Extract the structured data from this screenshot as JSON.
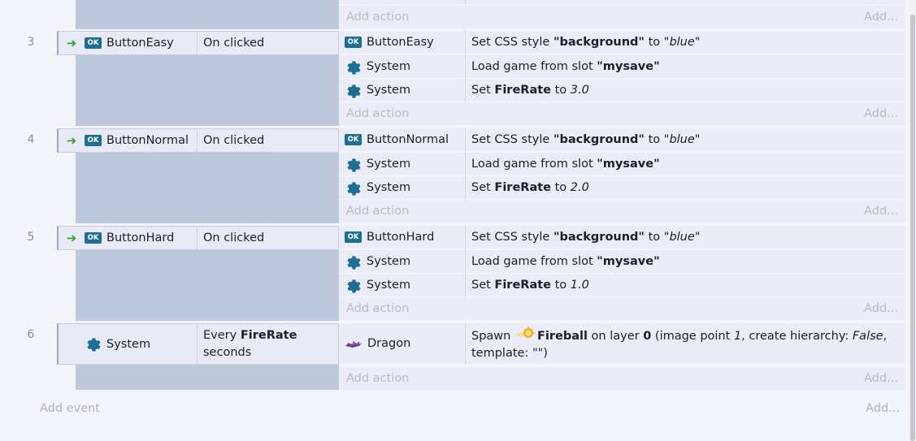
{
  "top_partial": {
    "add_action": "Add action",
    "add": "Add..."
  },
  "events": [
    {
      "number": "3",
      "condition": {
        "object": "ButtonEasy",
        "text": "On clicked"
      },
      "actions": [
        {
          "object": "ButtonEasy",
          "icon": "ok-icon",
          "parts": [
            "Set CSS style ",
            "\"background\"",
            " to \"",
            "blue",
            "\""
          ]
        },
        {
          "object": "System",
          "icon": "gear-icon",
          "parts": [
            "Load game from slot ",
            "\"mysave\""
          ]
        },
        {
          "object": "System",
          "icon": "gear-icon",
          "parts": [
            "Set ",
            "FireRate",
            " to ",
            "3.0"
          ]
        }
      ],
      "add_action": "Add action",
      "add": "Add..."
    },
    {
      "number": "4",
      "condition": {
        "object": "ButtonNormal",
        "text": "On clicked"
      },
      "actions": [
        {
          "object": "ButtonNormal",
          "icon": "ok-icon",
          "parts": [
            "Set CSS style ",
            "\"background\"",
            " to \"",
            "blue",
            "\""
          ]
        },
        {
          "object": "System",
          "icon": "gear-icon",
          "parts": [
            "Load game from slot ",
            "\"mysave\""
          ]
        },
        {
          "object": "System",
          "icon": "gear-icon",
          "parts": [
            "Set ",
            "FireRate",
            " to ",
            "2.0"
          ]
        }
      ],
      "add_action": "Add action",
      "add": "Add..."
    },
    {
      "number": "5",
      "condition": {
        "object": "ButtonHard",
        "text": "On clicked"
      },
      "actions": [
        {
          "object": "ButtonHard",
          "icon": "ok-icon",
          "parts": [
            "Set CSS style ",
            "\"background\"",
            " to \"",
            "blue",
            "\""
          ]
        },
        {
          "object": "System",
          "icon": "gear-icon",
          "parts": [
            "Load game from slot ",
            "\"mysave\""
          ]
        },
        {
          "object": "System",
          "icon": "gear-icon",
          "parts": [
            "Set ",
            "FireRate",
            " to ",
            "1.0"
          ]
        }
      ],
      "add_action": "Add action",
      "add": "Add..."
    },
    {
      "number": "6",
      "condition": {
        "object": "System",
        "text_prefix": "Every ",
        "text_bold": "FireRate",
        "text_suffix": "seconds"
      },
      "actions": [
        {
          "object": "Dragon",
          "icon": "dragon-icon",
          "parts": [
            "Spawn ",
            "Fireball",
            " on layer ",
            "0",
            " (image point ",
            "1",
            ", create hierarchy: ",
            "False",
            ",",
            "template: \"\")"
          ]
        }
      ],
      "add_action": "Add action",
      "add": "Add..."
    }
  ],
  "footer": {
    "add_event": "Add event",
    "add": "Add..."
  },
  "ok_icon_label": "OK",
  "colors": {
    "background": "#f4f5fa",
    "event_body": "#bfc9dc",
    "row": "#eaedf8",
    "ok_icon": "#1d6e93",
    "arrow": "#3a9e34"
  }
}
